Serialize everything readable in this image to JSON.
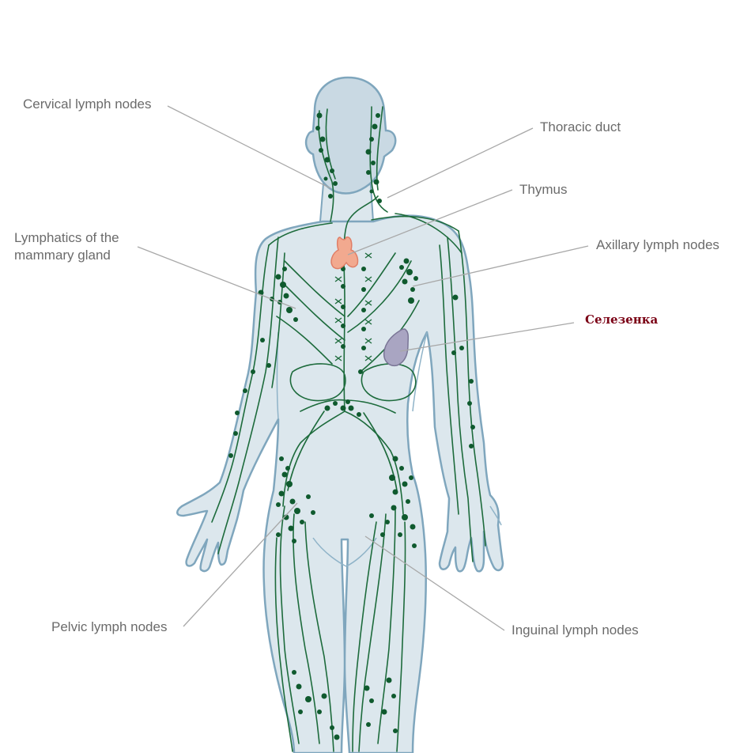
{
  "labels": {
    "cervical": "Cervical lymph nodes",
    "thoracic": "Thoracic duct",
    "thymus": "Thymus",
    "mammary": "Lymphatics of the\nmammary gland",
    "axillary": "Axillary lymph nodes",
    "spleen": "Селезенка",
    "pelvic": "Pelvic lymph nodes",
    "inguinal": "Inguinal lymph nodes"
  },
  "colors": {
    "body_fill": "#dce7ed",
    "body_outline": "#7fa6bd",
    "head_fill": "#c9d9e3",
    "vessel": "#1d6b3c",
    "node": "#0f5a2e",
    "thymus": "#f2a98f",
    "spleen": "#a9a5c2",
    "leader": "#a8a8a8",
    "label_text": "#6b6b6b",
    "spleen_label": "#7a0014"
  }
}
